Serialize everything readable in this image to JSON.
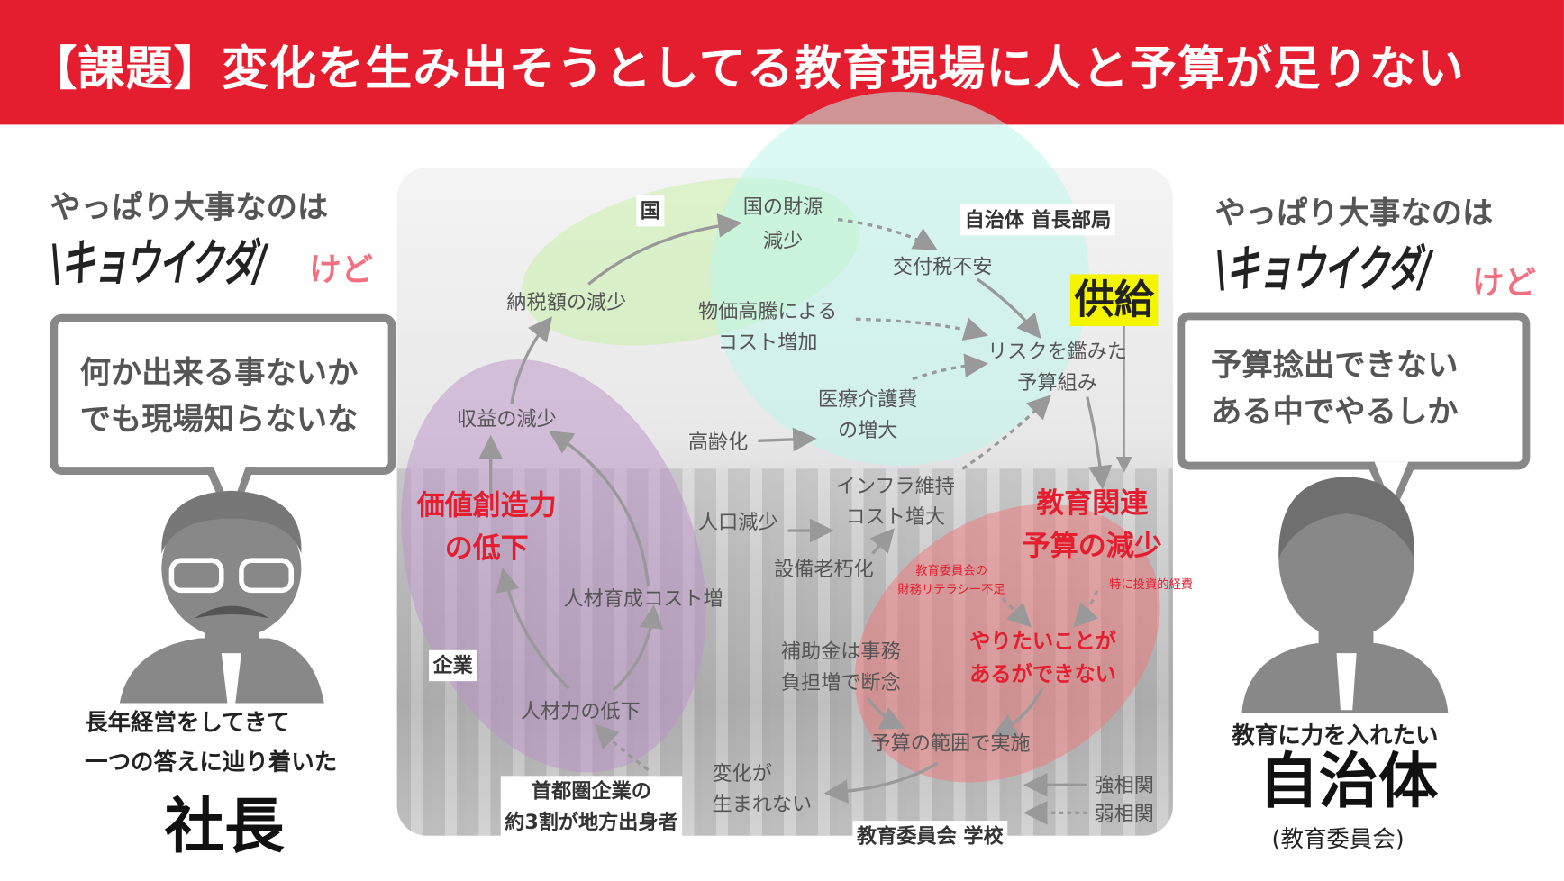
{
  "header": {
    "title": "【課題】変化を生み出そうとしてる教育現場に人と予算が足りない"
  },
  "left": {
    "pre": "やっぱり大事なのは",
    "kyoiku": "\\キョウイクダ/",
    "kedo": "けど",
    "bubble": [
      "何か出来る事ないか",
      "でも現場知らないな"
    ],
    "caption": [
      "長年経営をしてきて",
      "一つの答えに辿り着いた"
    ],
    "name": "社長"
  },
  "right": {
    "pre": "やっぱり大事なのは",
    "kyoiku": "\\キョウイクダ/",
    "kedo": "けど",
    "bubble": [
      "予算捻出できない",
      "ある中でやるしか"
    ],
    "caption": "教育に力を入れたい",
    "name": "自治体",
    "sub": "(教育委員会)"
  },
  "diagram": {
    "labels": {
      "kuni": "国",
      "jichitai": "自治体 首長部局",
      "kigyo": "企業",
      "kyoiku_iinkai": "教育委員会 学校",
      "shuto": [
        "首都圏企業の",
        "約3割が地方出身者"
      ]
    },
    "nodes": {
      "zaigen": [
        "国の財源",
        "減少"
      ],
      "kofuzei": "交付税不安",
      "nozei": "納税額の減少",
      "bukka": [
        "物価高騰による",
        "コスト増加"
      ],
      "risk": [
        "リスクを鑑みた",
        "予算組み"
      ],
      "iryo": [
        "医療介護費",
        "の増大"
      ],
      "koreika": "高齢化",
      "shueki": "収益の減少",
      "kachi": [
        "価値創造力",
        "の低下"
      ],
      "infra": [
        "インフラ維持",
        "コスト増大"
      ],
      "jinko": "人口減少",
      "setsubi": "設備老朽化",
      "jinzai_cost": "人材育成コスト増",
      "kyoiku_yosan": [
        "教育関連",
        "予算の減少"
      ],
      "literacy": [
        "教育委員会の",
        "財務リテラシー不足"
      ],
      "toshi": "特に投資的経費",
      "yaritai": [
        "やりたいことが",
        "あるができない"
      ],
      "hojokin": [
        "補助金は事務",
        "負担増で断念"
      ],
      "yosan_hanni": "予算の範囲で実施",
      "jinzairyoku": "人材力の低下",
      "henka": [
        "変化が",
        "生まれない"
      ],
      "kyokyu": "供給"
    },
    "legend": {
      "strong": "強相関",
      "weak": "弱相関"
    }
  },
  "colors": {
    "accent": "#e41e2f",
    "highlight": "#f5f500"
  }
}
